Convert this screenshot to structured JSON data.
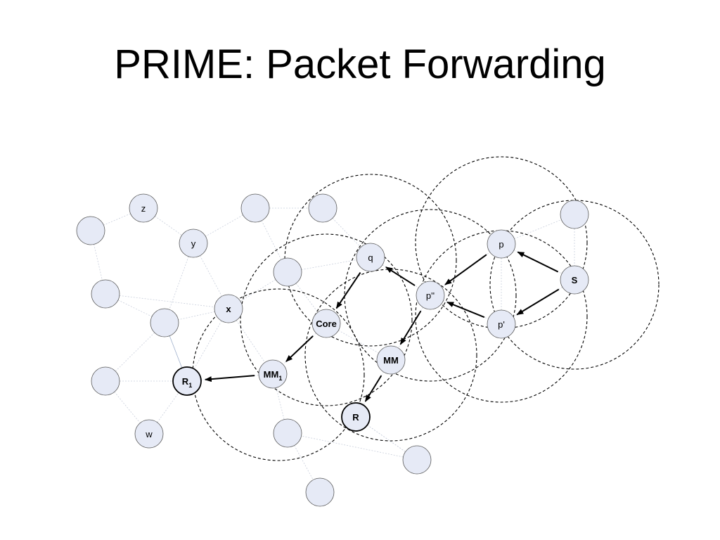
{
  "title": "PRIME: Packet Forwarding",
  "colors": {
    "node_fill": "#e6eaf6",
    "node_stroke": "#5a5a5a",
    "arrow": "#000000",
    "range_circle": "#000000"
  },
  "nodes": [
    {
      "id": "z",
      "label": "z",
      "sub": "",
      "bold": false,
      "dest": false
    },
    {
      "id": "y",
      "label": "y",
      "sub": "",
      "bold": false,
      "dest": false
    },
    {
      "id": "x",
      "label": "x",
      "sub": "",
      "bold": true,
      "dest": false
    },
    {
      "id": "w",
      "label": "w",
      "sub": "",
      "bold": false,
      "dest": false
    },
    {
      "id": "R1",
      "label": "R",
      "sub": "1",
      "bold": true,
      "dest": true
    },
    {
      "id": "MM1",
      "label": "MM",
      "sub": "1",
      "bold": true,
      "dest": false
    },
    {
      "id": "Core",
      "label": "Core",
      "sub": "",
      "bold": true,
      "dest": false
    },
    {
      "id": "q",
      "label": "q",
      "sub": "",
      "bold": false,
      "dest": false
    },
    {
      "id": "p2",
      "label": "p''",
      "sub": "",
      "bold": false,
      "dest": false
    },
    {
      "id": "MM",
      "label": "MM",
      "sub": "",
      "bold": true,
      "dest": false
    },
    {
      "id": "R",
      "label": "R",
      "sub": "",
      "bold": true,
      "dest": true
    },
    {
      "id": "p",
      "label": "p",
      "sub": "",
      "bold": false,
      "dest": false
    },
    {
      "id": "S",
      "label": "S",
      "sub": "",
      "bold": true,
      "dest": false
    },
    {
      "id": "p1",
      "label": "p'",
      "sub": "",
      "bold": false,
      "dest": false
    },
    {
      "id": "n1",
      "label": "",
      "sub": "",
      "bold": false,
      "dest": false
    },
    {
      "id": "n2",
      "label": "",
      "sub": "",
      "bold": false,
      "dest": false
    },
    {
      "id": "n3",
      "label": "",
      "sub": "",
      "bold": false,
      "dest": false
    },
    {
      "id": "n4",
      "label": "",
      "sub": "",
      "bold": false,
      "dest": false
    },
    {
      "id": "n5",
      "label": "",
      "sub": "",
      "bold": false,
      "dest": false
    },
    {
      "id": "n6",
      "label": "",
      "sub": "",
      "bold": false,
      "dest": false
    },
    {
      "id": "n7",
      "label": "",
      "sub": "",
      "bold": false,
      "dest": false
    },
    {
      "id": "n8",
      "label": "",
      "sub": "",
      "bold": false,
      "dest": false
    },
    {
      "id": "n9",
      "label": "",
      "sub": "",
      "bold": false,
      "dest": false
    },
    {
      "id": "n10",
      "label": "",
      "sub": "",
      "bold": false,
      "dest": false
    },
    {
      "id": "n11",
      "label": "",
      "sub": "",
      "bold": false,
      "dest": false
    },
    {
      "id": "n12",
      "label": "",
      "sub": "",
      "bold": false,
      "dest": false
    },
    {
      "id": "n13",
      "label": "",
      "sub": "",
      "bold": false,
      "dest": false
    }
  ],
  "links": [
    [
      "z",
      "n1"
    ],
    [
      "z",
      "y"
    ],
    [
      "n1",
      "n2"
    ],
    [
      "n2",
      "n3"
    ],
    [
      "n3",
      "n4"
    ],
    [
      "n4",
      "w"
    ],
    [
      "y",
      "x"
    ],
    [
      "y",
      "n5"
    ],
    [
      "n3",
      "n5"
    ],
    [
      "n2",
      "x"
    ],
    [
      "x",
      "n5"
    ],
    [
      "n4",
      "R1"
    ],
    [
      "w",
      "R1"
    ],
    [
      "n5",
      "R1"
    ],
    [
      "n6",
      "n7"
    ],
    [
      "n6",
      "y"
    ],
    [
      "n7",
      "q"
    ],
    [
      "n6",
      "n8"
    ],
    [
      "n8",
      "q"
    ],
    [
      "n8",
      "x"
    ],
    [
      "x",
      "R1"
    ],
    [
      "R1",
      "MM1"
    ],
    [
      "x",
      "MM1"
    ],
    [
      "MM1",
      "n9"
    ],
    [
      "n9",
      "n10"
    ],
    [
      "n8",
      "Core"
    ],
    [
      "Core",
      "MM1"
    ],
    [
      "Core",
      "MM"
    ],
    [
      "q",
      "p2"
    ],
    [
      "p2",
      "MM"
    ],
    [
      "MM",
      "R"
    ],
    [
      "R",
      "n11"
    ],
    [
      "n11",
      "n9"
    ],
    [
      "p",
      "n12"
    ],
    [
      "n12",
      "S"
    ],
    [
      "p",
      "S"
    ],
    [
      "S",
      "p1"
    ],
    [
      "p",
      "p1"
    ],
    [
      "p2",
      "p"
    ],
    [
      "p2",
      "p1"
    ],
    [
      "R",
      "n13"
    ]
  ],
  "solid_links": [
    [
      "n5",
      "R1"
    ]
  ],
  "ranges": [
    "S",
    "p",
    "p1",
    "p2",
    "q",
    "Core",
    "MM",
    "MM1"
  ],
  "forward_arrows": [
    [
      "S",
      "p"
    ],
    [
      "S",
      "p1"
    ],
    [
      "p",
      "p2"
    ],
    [
      "p1",
      "p2"
    ],
    [
      "p2",
      "q"
    ],
    [
      "p2",
      "MM"
    ],
    [
      "q",
      "Core"
    ],
    [
      "Core",
      "MM1"
    ],
    [
      "MM",
      "R"
    ],
    [
      "MM1",
      "R1"
    ]
  ]
}
